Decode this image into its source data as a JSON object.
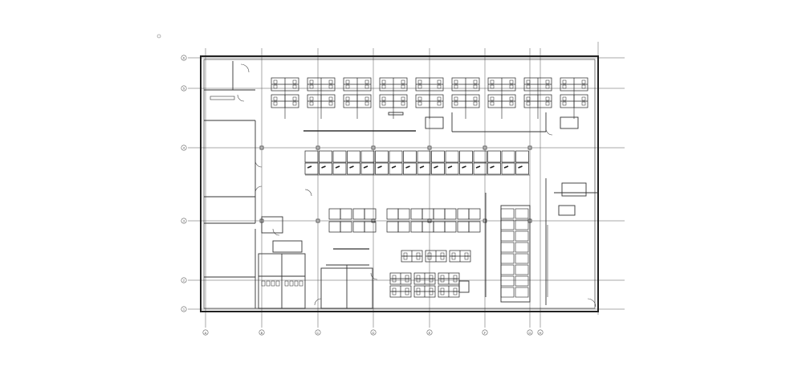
{
  "drawing": {
    "type": "architectural floor plan",
    "line_color": "#222222",
    "grid_line_color": "#555555",
    "background": "#ffffff"
  },
  "grid": {
    "columns": [
      "A",
      "B",
      "C",
      "D",
      "E",
      "F",
      "G",
      "H"
    ],
    "rows": [
      "6",
      "5",
      "4",
      "3",
      "2",
      "1"
    ]
  }
}
